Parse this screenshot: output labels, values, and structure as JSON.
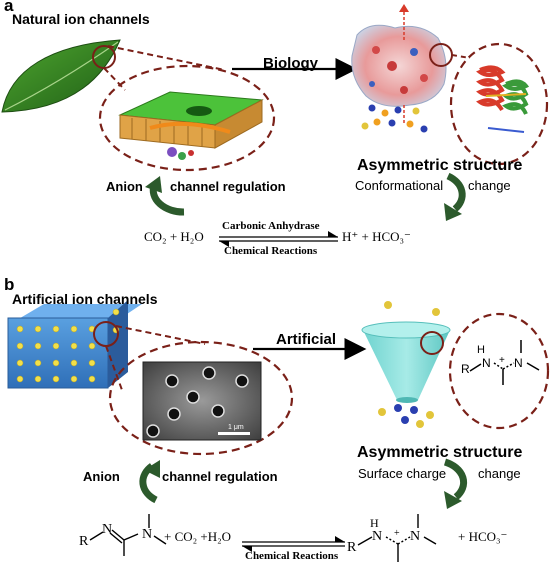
{
  "panel_a": {
    "letter": "a",
    "title": "Natural ion channels",
    "arrow_label": "Biology",
    "structure_title": "Asymmetric structure",
    "change_part1": "Conformational",
    "change_part2": "change",
    "regulation_part1": "Anion",
    "regulation_part2": "channel regulation",
    "equation": {
      "left": "CO₂ +  H₂O",
      "catalyst": "Carbonic Anhydrase",
      "process": "Chemical Reactions",
      "right": "H⁺ + HCO₃⁻"
    }
  },
  "panel_b": {
    "letter": "b",
    "title": "Artificial ion channels",
    "arrow_label": "Artificial",
    "structure_title": "Asymmetric structure",
    "change_part1": "Surface charge",
    "change_part2": "change",
    "regulation_part1": "Anion",
    "regulation_part2": "channel regulation",
    "scale_bar": "1 μm",
    "molecule_labels": {
      "r": "R",
      "h": "H",
      "n": "N",
      "plus": "+"
    },
    "equation": {
      "reactant_r": "R",
      "reactant_n1": "N",
      "reactant_n2": "N",
      "plus_reagents": "+ CO₂ +H₂O",
      "process": "Chemical Reactions",
      "product_r": "R",
      "product_h": "H",
      "product_n1": "N",
      "product_n2": "N",
      "product_plus": "+",
      "right": "+ HCO₃⁻"
    }
  },
  "colors": {
    "dashed": "#7a2018",
    "leaf": "#2f7d1f",
    "green_arrow": "#2c5a2c",
    "cone": "#86ddd8",
    "membrane": "#4a8fd6",
    "dot_yellow": "#f2e04a"
  }
}
